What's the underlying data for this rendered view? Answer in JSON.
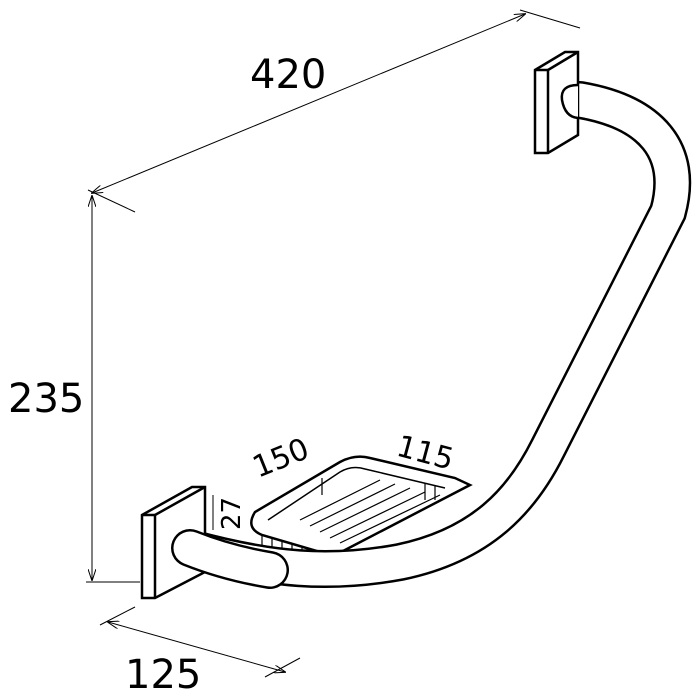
{
  "dimensions": {
    "width": "420",
    "height": "235",
    "depth": "125",
    "basket_length": "150",
    "basket_width": "115",
    "basket_height": "27"
  },
  "colors": {
    "line": "#000000",
    "background": "#ffffff"
  }
}
